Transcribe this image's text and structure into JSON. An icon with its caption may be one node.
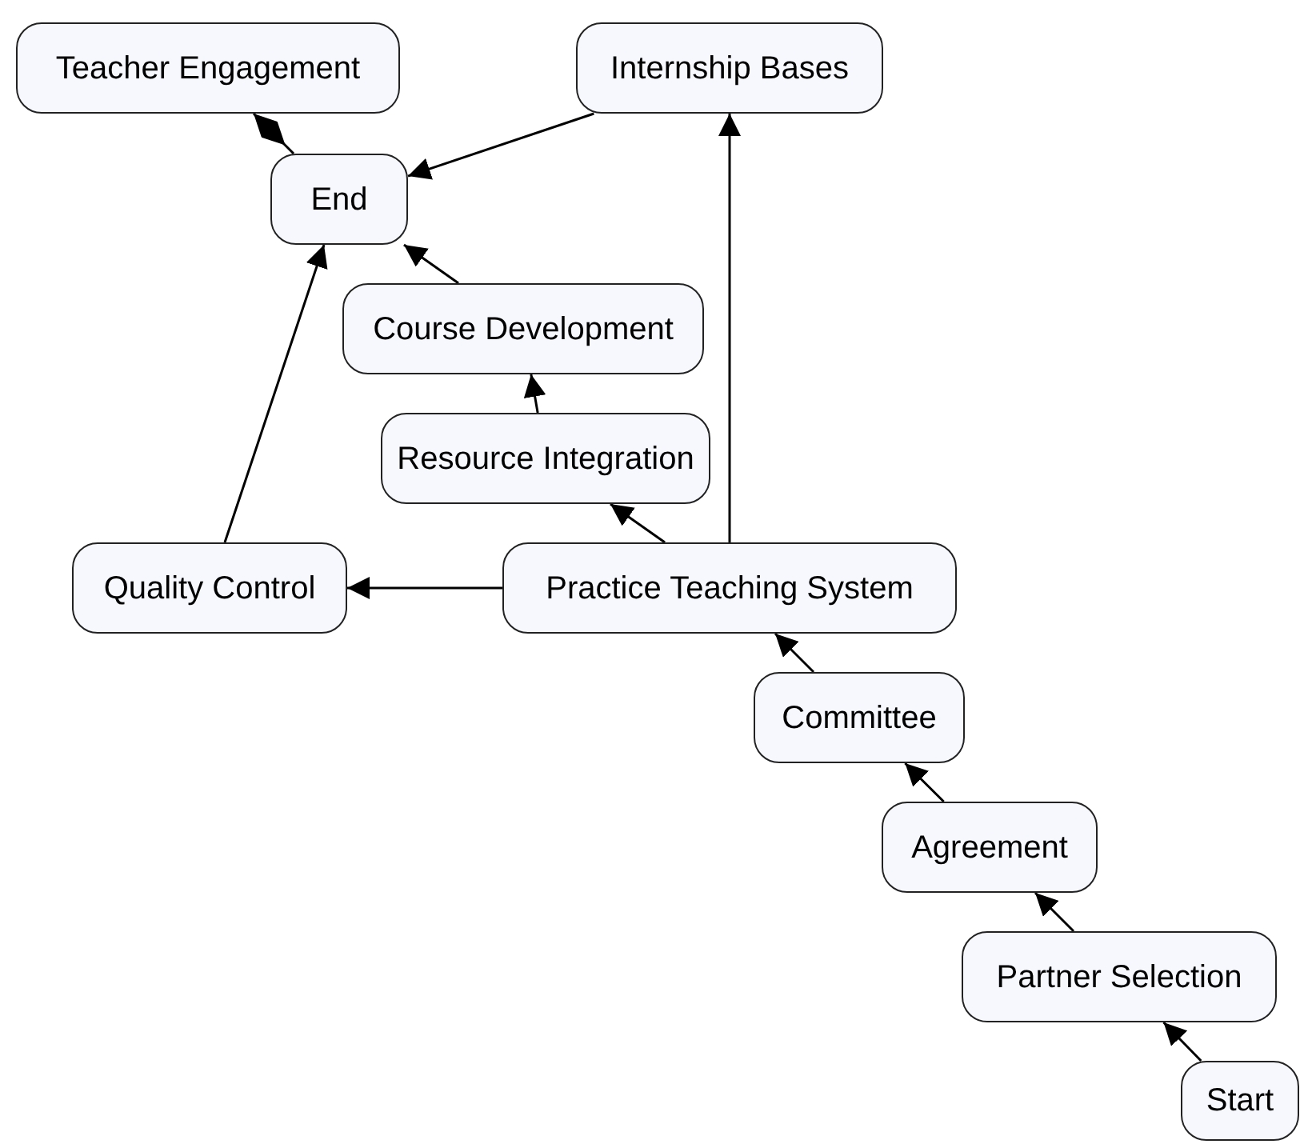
{
  "diagram": {
    "nodes": [
      {
        "text": [
          "Teacher Engagement"
        ]
      },
      {
        "text": [
          "Internship Bases"
        ]
      },
      {
        "text": [
          "End"
        ]
      },
      {
        "text": [
          "Course Development"
        ]
      },
      {
        "text": [
          "Resource Integration"
        ]
      },
      {
        "text": [
          "Quality Control"
        ]
      },
      {
        "text": [
          "Practice Teaching System"
        ]
      },
      {
        "text": [
          "Committee"
        ]
      },
      {
        "text": [
          "Agreement"
        ]
      },
      {
        "text": [
          "Partner Selection"
        ]
      },
      {
        "text": [
          "Start"
        ]
      }
    ],
    "edges": [
      {
        "from": 10,
        "to": 9,
        "arrow": "to"
      },
      {
        "from": 9,
        "to": 8,
        "arrow": "to"
      },
      {
        "from": 8,
        "to": 7,
        "arrow": "to"
      },
      {
        "from": 7,
        "to": 6,
        "arrow": "to"
      },
      {
        "from": 6,
        "to": 4,
        "arrow": "to"
      },
      {
        "from": 6,
        "to": 1,
        "arrow": "to"
      },
      {
        "from": 6,
        "to": 5,
        "arrow": "to"
      },
      {
        "from": 4,
        "to": 3,
        "arrow": "to"
      },
      {
        "from": 3,
        "to": 2,
        "arrow": "to"
      },
      {
        "from": 5,
        "to": 2,
        "arrow": "to"
      },
      {
        "from": 1,
        "to": 2,
        "arrow": "to"
      },
      {
        "from": 2,
        "to": 0,
        "arrow": "other"
      }
    ]
  }
}
